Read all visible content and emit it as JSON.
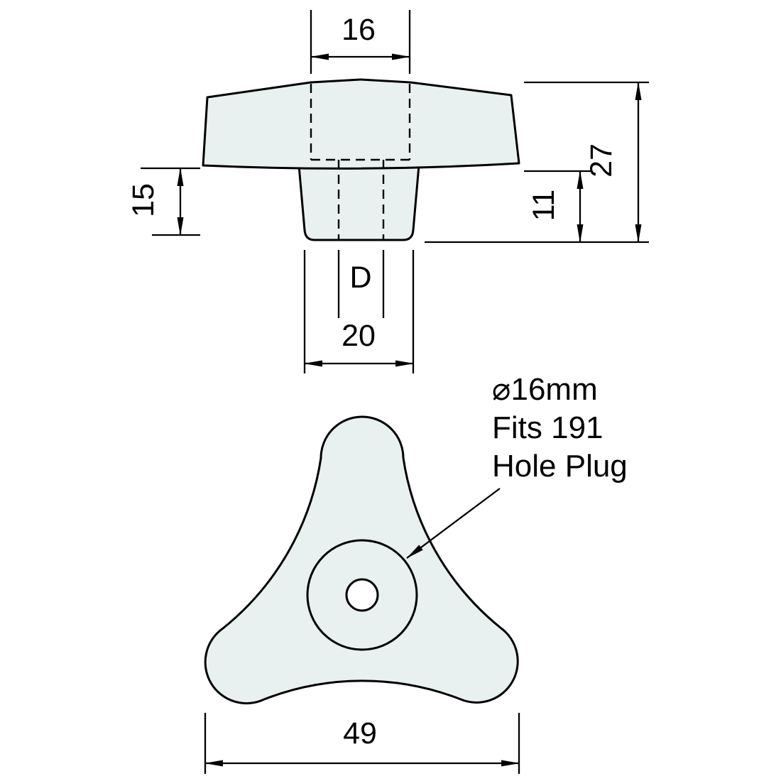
{
  "drawing": {
    "colors": {
      "body_fill": "#e8f0f0",
      "line": "#000000",
      "background": "#ffffff"
    },
    "side_view": {
      "top_width": "16",
      "overall_height": "27",
      "hole_depth": "15",
      "boss_height": "11",
      "hole_diameter_label": "D",
      "boss_width": "20"
    },
    "front_view": {
      "overall_width": "49",
      "callout": {
        "line1": "⌀16mm",
        "line2": "Fits 191",
        "line3": "Hole Plug"
      }
    }
  }
}
